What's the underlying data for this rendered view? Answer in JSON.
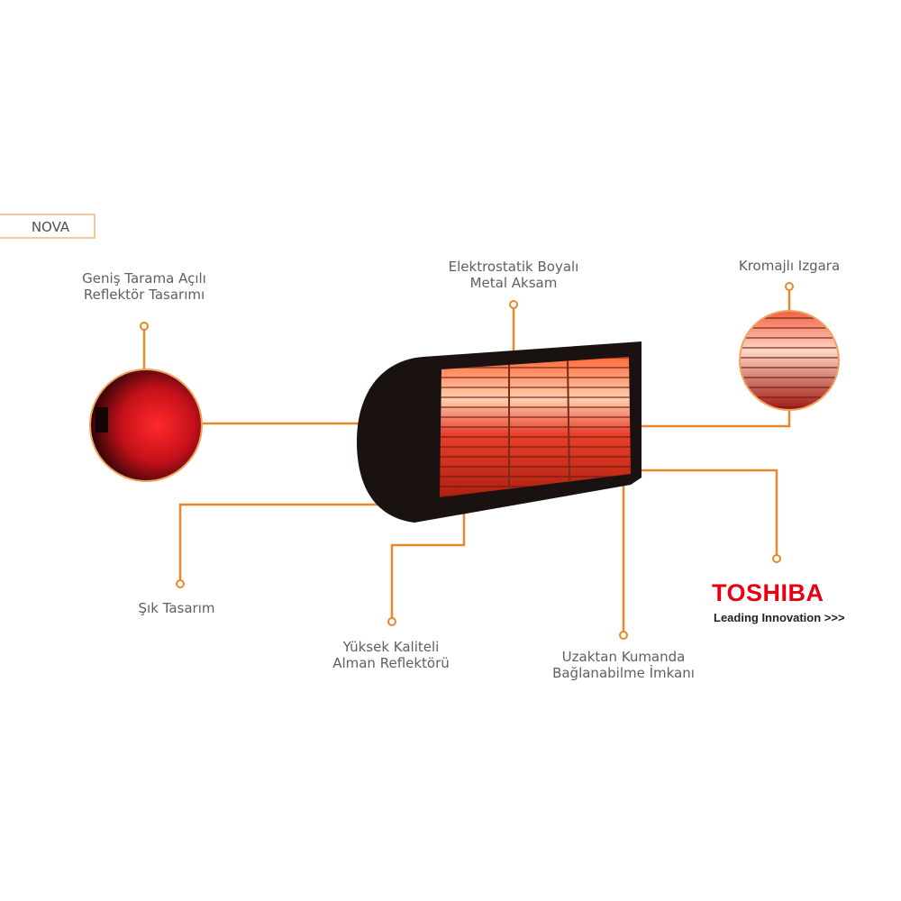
{
  "product_tag": "NOVA",
  "features": {
    "reflector_design": [
      "Geniş Tarama Açılı",
      "Reflektör Tasarımı"
    ],
    "metal_body": [
      "Elektrostatik Boyalı",
      "Metal Aksam"
    ],
    "grille": [
      "Kromajlı Izgara"
    ],
    "stylish": [
      "Şık Tasarım"
    ],
    "german_reflector": [
      "Yüksek Kaliteli",
      "Alman Reflektörü"
    ],
    "remote": [
      "Uzaktan Kumanda",
      "Bağlanabilme İmkanı"
    ]
  },
  "brand": {
    "name": "TOSHIBA",
    "tagline": "Leading Innovation",
    "tagline_arrows": ">>>"
  },
  "colors": {
    "accent": "#e8872c",
    "brand_red": "#e60012",
    "text": "#5c6066"
  }
}
